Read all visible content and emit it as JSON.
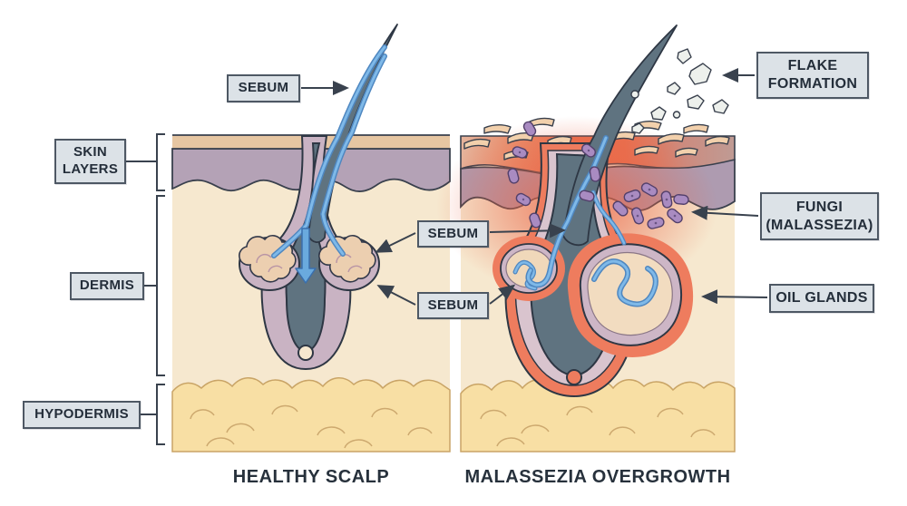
{
  "figure_title": "Healthy scalp vs malassezia overgrowth skin cross-section diagram",
  "annotations": {
    "sebum_hair": {
      "text": "SEBUM"
    },
    "skin_layers": {
      "line1": "SKIN",
      "line2": "LAYERS"
    },
    "dermis": {
      "text": "DERMIS"
    },
    "hypodermis": {
      "text": "HYPODERMIS"
    },
    "sebum_gland_top": {
      "text": "SEBUM"
    },
    "sebum_gland_bottom": {
      "text": "SEBUM"
    },
    "flake_formation": {
      "line1": "FLAKE",
      "line2": "FORMATION"
    },
    "fungi": {
      "line1": "FUNGI",
      "line2": "(MALASSEZIA)"
    },
    "oil_glands": {
      "text": "OIL GLANDS"
    }
  },
  "captions": {
    "left": "HEALTHY SCALP",
    "right": "MALASSEZIA OVERGROWTH"
  },
  "colors": {
    "background": "#ffffff",
    "label_box_bg": "#dce2e7",
    "label_box_border": "#4e5864",
    "label_text": "#242e3a",
    "caption_text": "#27313c",
    "outline": "#2e3744",
    "dermis": "#f6e8cf",
    "epidermis_tan": "#e6c6a2",
    "epidermis_purple": "#b4a2b6",
    "hypodermis_fat": "#f8dfa4",
    "hair_shaft": "#5f7380",
    "follicle_sheath": "#c9b3c3",
    "oil_gland": "#eccfb0",
    "sebum_blue": "#7fb9e8",
    "sebum_blue_dark": "#4f87c0",
    "inflammation_red": "#ee7c5e",
    "fungi_purple": "#a98bc1",
    "flake_white": "#edf0ec",
    "flake_tan": "#f2d0ac"
  }
}
